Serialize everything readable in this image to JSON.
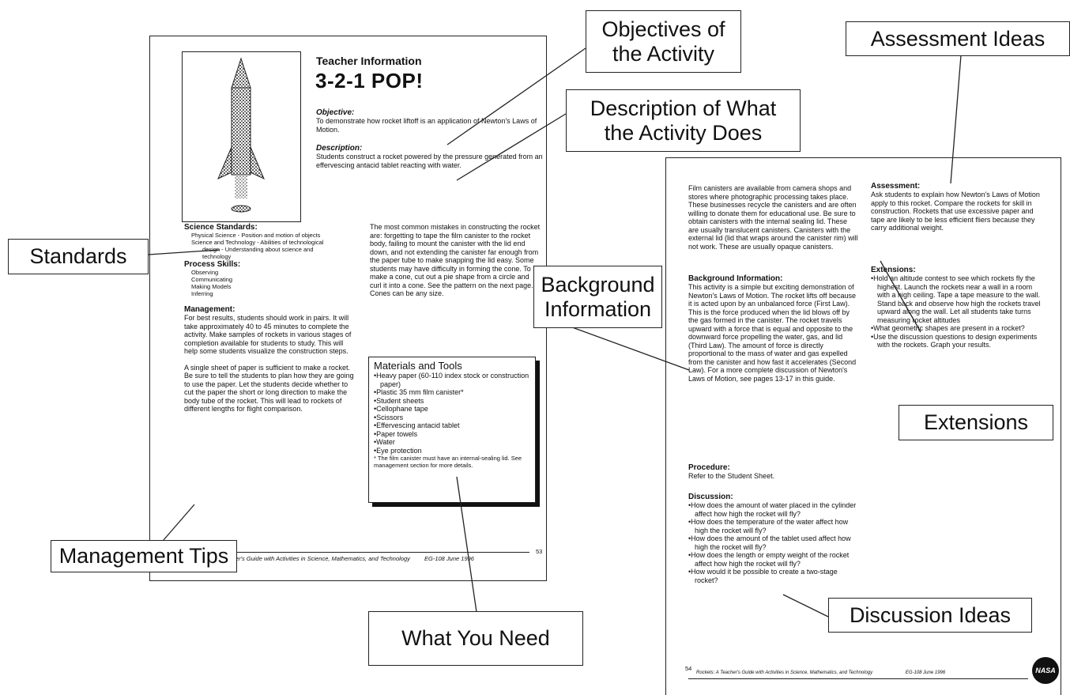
{
  "page1": {
    "header": "Teacher Information",
    "title": "3-2-1 POP!",
    "objective_head": "Objective:",
    "objective_text": "To demonstrate how rocket liftoff is an application of Newton's Laws of Motion.",
    "description_head": "Description:",
    "description_text": "Students construct a rocket powered by the pressure generated from an effervescing antacid tablet reacting with water.",
    "standards_head": "Science Standards:",
    "standards_lines": [
      "Physical Science - Position and motion of objects",
      "Science and Technology - Abilities of technological",
      "design - Understanding about science and",
      "technology"
    ],
    "skills_head": "Process Skills:",
    "skills": [
      "Observing",
      "Communicating",
      "Making Models",
      "Inferring"
    ],
    "management_head": "Management:",
    "management_text": "For best results, students should work in pairs. It will take approximately 40 to 45 minutes to complete the activity. Make samples of rockets in various stages of completion available for students to study. This will help some students visualize the construction steps.",
    "management_text2": "A single sheet of paper is sufficient to make a rocket. Be sure to tell the students to plan how they are going to use the paper. Let the students decide whether to cut the paper the short or long direction to make the body tube of the rocket. This will lead to rockets of different lengths for flight comparison.",
    "mistakes_text": "The most common mistakes in constructing the rocket are: forgetting to tape the film canister to the rocket body, failing to mount the canister with the lid end down, and not extending the canister far enough from the paper tube to make snapping the lid easy. Some students may have difficulty in forming the cone. To make a cone, cut out a pie shape from a circle and curl it into a cone. See the pattern on the next page. Cones can be any size.",
    "materials_head": "Materials and Tools",
    "materials": [
      "Heavy paper (60-110 index stock or construction paper)",
      "Plastic 35 mm film canister*",
      "Student sheets",
      "Cellophane tape",
      "Scissors",
      "Effervescing antacid tablet",
      "Paper towels",
      "Water",
      "Eye protection"
    ],
    "materials_note": "* The film canister must have an internal-sealing lid. See management section for more details.",
    "footer": "cher's Guide with Activities in Science, Mathematics, and Technology",
    "footer_code": "EG-108 June 1996",
    "page_num": "53"
  },
  "page2": {
    "canisters_text": "Film canisters are available from camera shops and stores where photographic processing takes place. These businesses recycle the canisters and are often willing to donate them for educational use. Be sure to obtain canisters with the internal sealing lid. These are usually translucent canisters. Canisters with the external lid (lid that wraps around the canister rim) will not work. These are usually opaque canisters.",
    "background_head": "Background Information:",
    "background_text": "This activity is a simple but exciting demonstration of Newton's Laws of Motion. The rocket lifts off because it is acted upon by an unbalanced force (First Law). This is the force produced when the lid blows off by the gas formed in the canister. The rocket travels upward with a force that is equal and opposite to the downward force propelling the water, gas, and lid (Third Law). The amount of force is directly proportional to the mass of water and gas expelled from the canister and how fast it accelerates (Second Law). For a more complete discussion of Newton's Laws of Motion, see pages 13-17 in this guide.",
    "procedure_head": "Procedure:",
    "procedure_text": "Refer to the Student Sheet.",
    "discussion_head": "Discussion:",
    "discussion": [
      "How does the amount of water placed in the cylinder affect how high the rocket will fly?",
      "How does the temperature of the water affect how high the rocket will fly?",
      "How does the amount of the tablet used affect how high the rocket will fly?",
      "How does the length or empty weight of the rocket affect how high the rocket will fly?",
      "How would it be possible to create a two-stage rocket?"
    ],
    "assessment_head": "Assessment:",
    "assessment_text": "Ask students to explain how Newton's Laws of Motion apply to this rocket. Compare the rockets for skill in construction. Rockets that use excessive paper and tape are likely to be less efficient fliers because they carry additional weight.",
    "extensions_head": "Extensions:",
    "extensions": [
      "Hold an altitude contest to see which rockets fly the highest. Launch the rockets near a wall in a room with a high ceiling. Tape a tape measure to the wall. Stand back and observe how high the rockets travel upward along the wall. Let all students take turns measuring rocket altitudes",
      "What geometric shapes are present in a rocket?",
      "Use the discussion questions to design experiments with the rockets. Graph your results."
    ],
    "page_num": "54",
    "footer": "Rockets: A Teacher's Guide with Activities in Science, Mathematics, and Technology",
    "footer_code": "EG-108 June 1996",
    "logo": "NASA"
  },
  "callouts": {
    "objectives": [
      "Objectives of",
      "the Activity"
    ],
    "description": [
      "Description of What",
      "the Activity Does"
    ],
    "assessment": "Assessment Ideas",
    "standards": "Standards",
    "background": [
      "Background",
      "Information"
    ],
    "extensions": "Extensions",
    "management": "Management Tips",
    "discussion": "Discussion Ideas",
    "need": "What You Need"
  }
}
